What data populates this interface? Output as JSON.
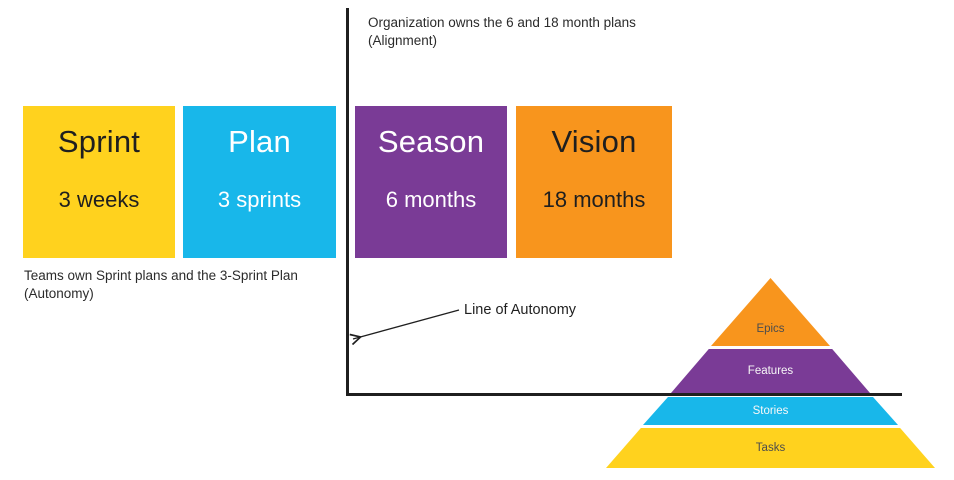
{
  "annotations": {
    "alignment_line1": "Organization owns the 6 and 18 month plans",
    "alignment_line2": "(Alignment)",
    "autonomy_line1": "Teams own Sprint plans and the 3-Sprint Plan",
    "autonomy_line2": "(Autonomy)",
    "line_of_autonomy": "Line of Autonomy"
  },
  "boxes": [
    {
      "title": "Sprint",
      "subtitle": "3 weeks",
      "color": "#FFD21E"
    },
    {
      "title": "Plan",
      "subtitle": "3 sprints",
      "color": "#18B7EA"
    },
    {
      "title": "Season",
      "subtitle": "6 months",
      "color": "#7A3B96"
    },
    {
      "title": "Vision",
      "subtitle": "18 months",
      "color": "#F8951D"
    }
  ],
  "pyramid": {
    "layers": [
      {
        "label": "Epics",
        "color": "#F8951D"
      },
      {
        "label": "Features",
        "color": "#7A3B96"
      },
      {
        "label": "Stories",
        "color": "#18B7EA"
      },
      {
        "label": "Tasks",
        "color": "#FFD21E"
      }
    ]
  },
  "colors": {
    "line": "#1f1f1f",
    "text_dark": "#1f1f1f",
    "text_light": "#ffffff",
    "background": "#ffffff"
  }
}
